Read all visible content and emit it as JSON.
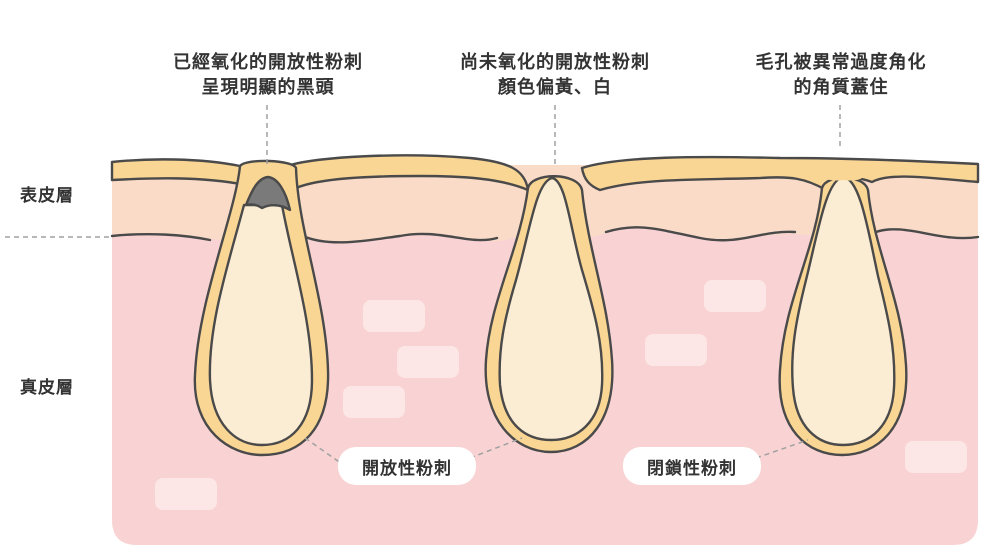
{
  "callouts": {
    "blackhead": {
      "line1": "已經氧化的開放性粉刺",
      "line2": "呈現明顯的黑頭"
    },
    "whitehead": {
      "line1": "尚未氧化的開放性粉刺",
      "line2": "顏色偏黃、白"
    },
    "keratin": {
      "line1": "毛孔被異常過度角化",
      "line2": "的角質蓋住"
    }
  },
  "layers": {
    "epidermis": "表皮層",
    "dermis": "真皮層"
  },
  "labels": {
    "open_comedone": "開放性粉刺",
    "closed_comedone": "閉鎖性粉刺"
  },
  "colors": {
    "dermis": "#f9d3d3",
    "epidermis": "#f9dbc8",
    "stratum_corneum": "#fad694",
    "sebum": "#fbecd4",
    "blackhead": "#7a7a7a",
    "outline": "#4a4a4a",
    "patch": "#fce7e6"
  }
}
